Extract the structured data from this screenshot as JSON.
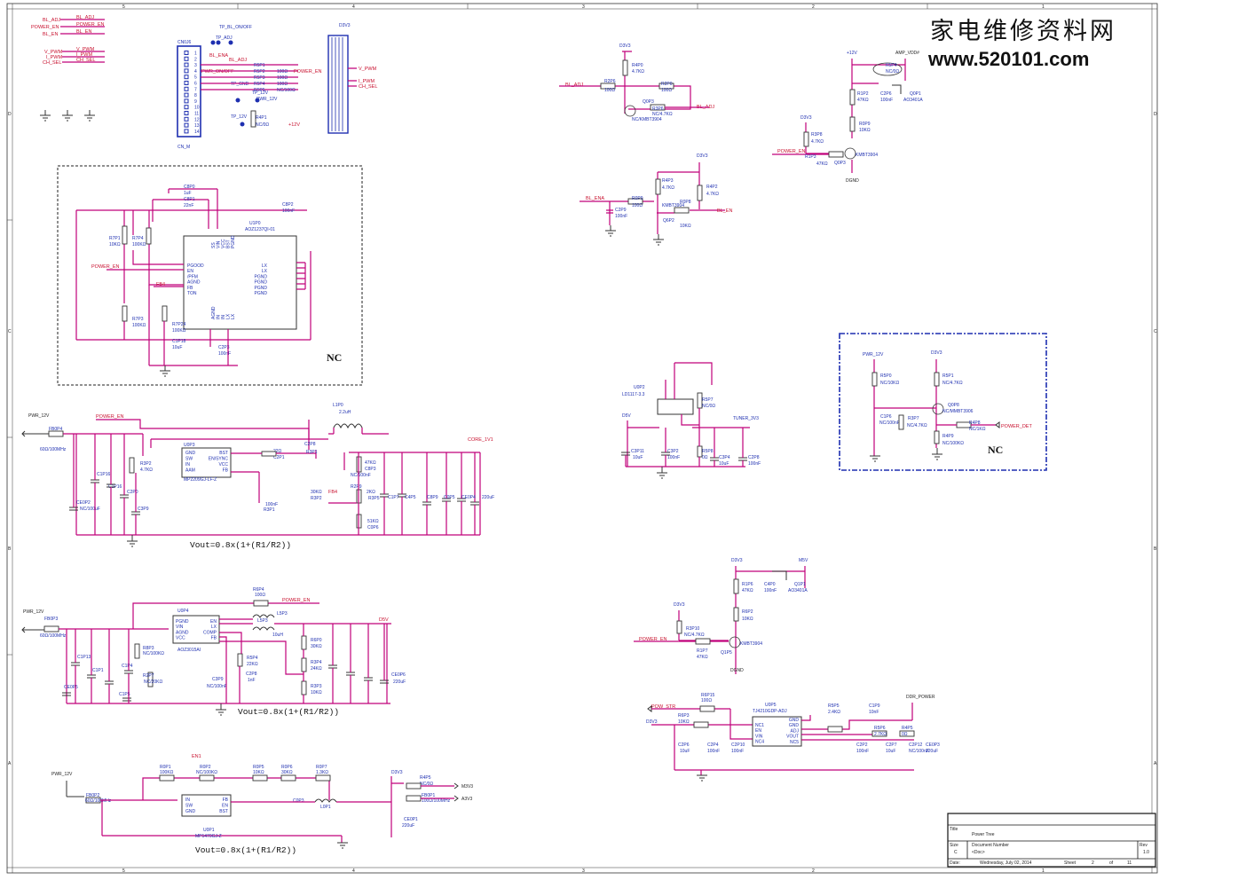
{
  "watermark": {
    "chinese": "家电维修资料网",
    "url": "www.520101.com"
  },
  "connector": {
    "ref": "CN0J6",
    "name": "CN_M",
    "nets_top": [
      "BL_ADJ",
      "POWER_EN",
      "BL_EN"
    ],
    "nets_mid": [
      "V_PWM",
      "I_PWM",
      "CH_SEL"
    ],
    "tp": [
      "TP_BL_ON/OFF",
      "TP_ADJ",
      "TP_GND",
      "TP_12V",
      "TP_12V"
    ],
    "pins": [
      "1",
      "2",
      "3",
      "4",
      "5",
      "6",
      "7",
      "8",
      "9",
      "10",
      "11",
      "12",
      "13",
      "14"
    ],
    "nets": [
      "BL_ENA",
      "BL_ADJ",
      "PWR_ON/OFF",
      "POWER_EN",
      "V_PWM",
      "I_PWM",
      "CH_SEL",
      "PWR_12V",
      "+12V"
    ],
    "parts": [
      "R5P1",
      "R5P2",
      "R5P3",
      "R5P4",
      "R5P5",
      "R4P1",
      "NC/0Ω",
      "100Ω",
      "NC/100Ω"
    ]
  },
  "nc_block": {
    "label": "NC",
    "ic_ref": "U1P0",
    "ic_name": "AOZ1237QI-01",
    "pins_left": [
      "PGOOD",
      "EN",
      "/PFM",
      "AGND",
      "FB",
      "TON"
    ],
    "pins_right": [
      "LX",
      "LX",
      "PGND",
      "PGND",
      "PGND",
      "PGND"
    ],
    "pins_top": [
      "SS",
      "VIN",
      "VCC",
      "BST",
      "PGND"
    ],
    "pins_bottom": [
      "AGND",
      "IN",
      "IN",
      "LX",
      "LX"
    ],
    "parts": [
      "C8P0",
      "1uF",
      "C8P1",
      "22nF",
      "C8P2",
      "100nF",
      "R7P1",
      "10KΩ",
      "R7P4",
      "100KΩ",
      "R7P3",
      "100KΩ",
      "R7P24",
      "100KΩ",
      "C1P18",
      "10uF",
      "C2P3",
      "100nF"
    ],
    "nets": [
      "POWER_EN",
      "FB4"
    ]
  },
  "core_block": {
    "ic_ref": "U0P3",
    "ic_name": "MP2209GJ-LF-Z",
    "pins_left": [
      "GND",
      "SW",
      "IN",
      "AAM"
    ],
    "pins_right": [
      "BST",
      "EN/SYNC",
      "VCC",
      "FB"
    ],
    "inductor": "L1P0",
    "inductor_val": "2.2uH",
    "bead": "FB0P4",
    "bead_val": "60Ω/100MHz",
    "nets": [
      "PWR_12V",
      "POWER_EN",
      "CORE_1V1",
      "FB4"
    ],
    "parts": [
      "R3P2",
      "4.7KΩ",
      "C1P16",
      "C2P0",
      "C3P9",
      "CE0P2",
      "NC/100uF",
      "C2P8",
      "R2P2",
      "22Ω",
      "C2P1",
      "100nF",
      "R3P1",
      "47KΩ",
      "C8P3",
      "NC/100nF",
      "R2P9",
      "30KΩ",
      "R3P2",
      "2KΩ",
      "R3P5",
      "51KΩ",
      "C0P6",
      "C1P7",
      "C4P5",
      "C8P9",
      "C0P5",
      "CE0P4",
      "220uF"
    ],
    "formula": "Vout=0.8x(1+(R1/R2))"
  },
  "d5v_block": {
    "ic_ref": "U0P4",
    "ic_name": "AOZ3015AI",
    "pins_left": [
      "PGND",
      "VIN",
      "AGND",
      "VCC"
    ],
    "pins_right": [
      "EN",
      "LX",
      "COMP",
      "FB"
    ],
    "bead": "FB0P3",
    "bead_val": "60Ω/100MHz",
    "nets": [
      "PWR_12V",
      "POWER_EN",
      "D5V"
    ],
    "parts": [
      "R6P4",
      "100Ω",
      "L5P3",
      "10uH",
      "R8P3",
      "NC/100KΩ",
      "R2P7",
      "NC/20KΩ",
      "R5P4",
      "22KΩ",
      "C3P9",
      "NC/100nF",
      "C2P8",
      "1nF",
      "R6P0",
      "30KΩ",
      "R3P4",
      "24KΩ",
      "R3P3",
      "10KΩ",
      "C1P13",
      "C1P1",
      "C1P4",
      "C1P5",
      "CE0P5",
      "CE0P6",
      "220uF"
    ],
    "formula": "Vout=0.8x(1+(R1/R2))"
  },
  "d3v3_block": {
    "ic_ref": "U0P1",
    "ic_name": "MP1470GJ-Z",
    "pins_left": [
      "IN",
      "SW",
      "GND"
    ],
    "pins_right": [
      "FB",
      "EN",
      "BST"
    ],
    "bead": "FB0P2",
    "bead_val": "60Ω/100MHz",
    "nets": [
      "PWR_12V",
      "EN1",
      "D3V3",
      "M3V3",
      "A3V3"
    ],
    "parts": [
      "R0P1",
      "100KΩ",
      "R0P2",
      "NC/100KΩ",
      "R0P5",
      "10KΩ",
      "R0P6",
      "30KΩ",
      "R0P7",
      "1.3KΩ",
      "L0P1",
      "C0P3",
      "R4P5",
      "NC/0Ω",
      "FB0P1",
      "100Ω/100MHz",
      "CE0P1",
      "220uF"
    ],
    "formula": "Vout=0.8x(1+(R1/R2))"
  },
  "bl_circuit": {
    "nets": [
      "D3V3",
      "BL_ADJ",
      "BL_ADJ",
      "BL_ENA",
      "BL_EN",
      "D3V3"
    ],
    "parts": [
      "R4P0",
      "4.7KΩ",
      "R2P6",
      "100Ω",
      "R2P0",
      "100Ω",
      "Q0P3",
      "NC/KMBT3904",
      "R3P6",
      "NC/4.7KΩ",
      "R4P3",
      "4.7KΩ",
      "R4P2",
      "4.7KΩ",
      "R0P9",
      "100Ω",
      "R0P8",
      "10KΩ",
      "C2P9",
      "100nF",
      "Q6P2",
      "KMBT3904"
    ]
  },
  "amp_circuit": {
    "nets": [
      "+12V",
      "AMP_VDD#",
      "D3V3",
      "POWER_EN",
      "DGND"
    ],
    "parts": [
      "R5P4",
      "NC/0Ω",
      "R1P2",
      "47KΩ",
      "C2P6",
      "100nF",
      "Q0P1",
      "AO3401A",
      "R3P8",
      "4.7KΩ",
      "R1P3",
      "47KΩ",
      "R0P9",
      "10KΩ",
      "Q0P3",
      "KMBT3904"
    ]
  },
  "ldo_circuit": {
    "ic_ref": "U0P2",
    "ic_name": "LD1117-3.3",
    "nets": [
      "D5V",
      "TUNER_3V3"
    ],
    "parts": [
      "R5P7",
      "NC/0Ω",
      "R5P8",
      "0Ω",
      "C3P11",
      "10uF",
      "C3P2",
      "100nF",
      "C3P4",
      "10uF",
      "C2P8",
      "100nF"
    ]
  },
  "nc_det": {
    "label": "NC",
    "nets": [
      "PWR_12V",
      "D3V3",
      "POWER_DET"
    ],
    "parts": [
      "R5P0",
      "NC/10KΩ",
      "R5P1",
      "NC/4.7KΩ",
      "C1P6",
      "NC/100nF",
      "R3P7",
      "NC/4.7KΩ",
      "Q0P8",
      "NC/MMBT3906",
      "R4P8",
      "NC/1KΩ",
      "R4P9",
      "NC/100KΩ"
    ]
  },
  "m5v_circuit": {
    "nets": [
      "D3V3",
      "M5V",
      "D3V3",
      "POWER_EN",
      "DGND"
    ],
    "parts": [
      "R1P6",
      "47KΩ",
      "C4P0",
      "100nF",
      "Q1P1",
      "AO3401A",
      "R6P2",
      "10KΩ",
      "R3P10",
      "NC/4.7KΩ",
      "R1P7",
      "47KΩ",
      "Q1P5",
      "KMBT3904"
    ]
  },
  "ddr_circuit": {
    "ic_ref": "U0P5",
    "ic_name": "TJ4210GDP-ADJ",
    "pins_left": [
      "NC1",
      "EN",
      "VIN",
      "NC4"
    ],
    "pins_right": [
      "GND",
      "GND",
      "ADJ",
      "VOUT",
      "NC5"
    ],
    "nets": [
      "POW_STR",
      "D3V3",
      "DDR_POWER"
    ],
    "parts": [
      "R6P15",
      "100Ω",
      "R6P3",
      "10KΩ",
      "C2P6",
      "10uF",
      "C2P4",
      "100nF",
      "C2P10",
      "100nF",
      "R5P5",
      "2.4KΩ",
      "C1P9",
      "10nF",
      "R5P6",
      "2.7KΩ",
      "R4P5",
      "0Ω",
      "C2P2",
      "100nF",
      "C2P7",
      "10uF",
      "C2P12",
      "CE0P3",
      "NC/100nF",
      "220uF"
    ]
  },
  "title_block": {
    "title_label": "Title",
    "title": "Power Tree",
    "size_label": "Size",
    "size": "C",
    "docnum_label": "Document Number",
    "docnum": "<Doc>",
    "rev_label": "Rev",
    "rev": "1.0",
    "date_label": "Date:",
    "date": "Wednesday, July 02, 2014",
    "sheet_label": "Sheet",
    "sheet": "2",
    "of_label": "of",
    "of": "11"
  },
  "border": {
    "cols": [
      "5",
      "4",
      "3",
      "2",
      "1"
    ],
    "rows": [
      "D",
      "C",
      "B",
      "A"
    ]
  }
}
